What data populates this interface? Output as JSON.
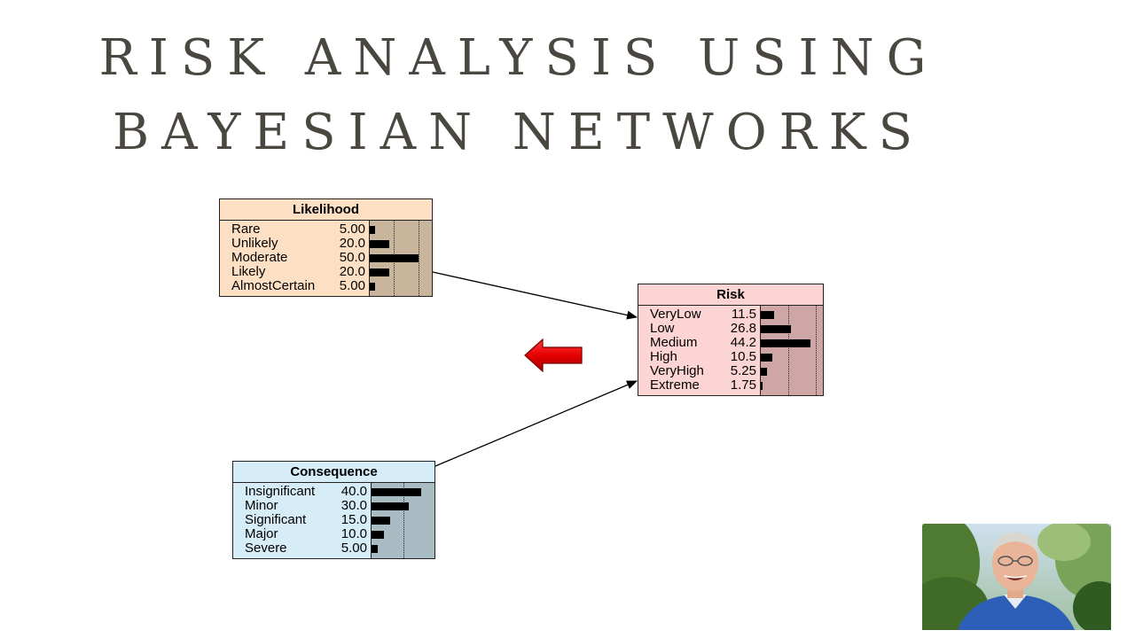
{
  "title": {
    "line1": "RISK ANALYSIS USING",
    "line2": "BAYESIAN NETWORKS"
  },
  "colors": {
    "likelihood_node": "#fde0c4",
    "likelihood_bars_bg": "#c9b49c",
    "risk_node": "#fcd4d4",
    "risk_bars_bg": "#cfa6a6",
    "consequence_node": "#d6ecf6",
    "consequence_bars_bg": "#a9bcc4",
    "pointer_arrow": "#e60000"
  },
  "nodes": {
    "likelihood": {
      "name": "Likelihood",
      "states": [
        {
          "label": "Rare",
          "value": "5.00",
          "p": 5.0
        },
        {
          "label": "Unlikely",
          "value": "20.0",
          "p": 20.0
        },
        {
          "label": "Moderate",
          "value": "50.0",
          "p": 50.0
        },
        {
          "label": "Likely",
          "value": "20.0",
          "p": 20.0
        },
        {
          "label": "AlmostCertain",
          "value": "5.00",
          "p": 5.0
        }
      ]
    },
    "risk": {
      "name": "Risk",
      "states": [
        {
          "label": "VeryLow",
          "value": "11.5",
          "p": 11.5
        },
        {
          "label": "Low",
          "value": "26.8",
          "p": 26.8
        },
        {
          "label": "Medium",
          "value": "44.2",
          "p": 44.2
        },
        {
          "label": "High",
          "value": "10.5",
          "p": 10.5
        },
        {
          "label": "VeryHigh",
          "value": "5.25",
          "p": 5.25
        },
        {
          "label": "Extreme",
          "value": "1.75",
          "p": 1.75
        }
      ]
    },
    "consequence": {
      "name": "Consequence",
      "states": [
        {
          "label": "Insignificant",
          "value": "40.0",
          "p": 40.0
        },
        {
          "label": "Minor",
          "value": "30.0",
          "p": 30.0
        },
        {
          "label": "Significant",
          "value": "15.0",
          "p": 15.0
        },
        {
          "label": "Major",
          "value": "10.0",
          "p": 10.0
        },
        {
          "label": "Severe",
          "value": "5.00",
          "p": 5.0
        }
      ]
    }
  },
  "links": [
    {
      "from": "Likelihood",
      "to": "Risk"
    },
    {
      "from": "Consequence",
      "to": "Risk"
    }
  ],
  "pointer_arrow_icon": "left-arrow-icon",
  "webcam_icon": "presenter-webcam"
}
